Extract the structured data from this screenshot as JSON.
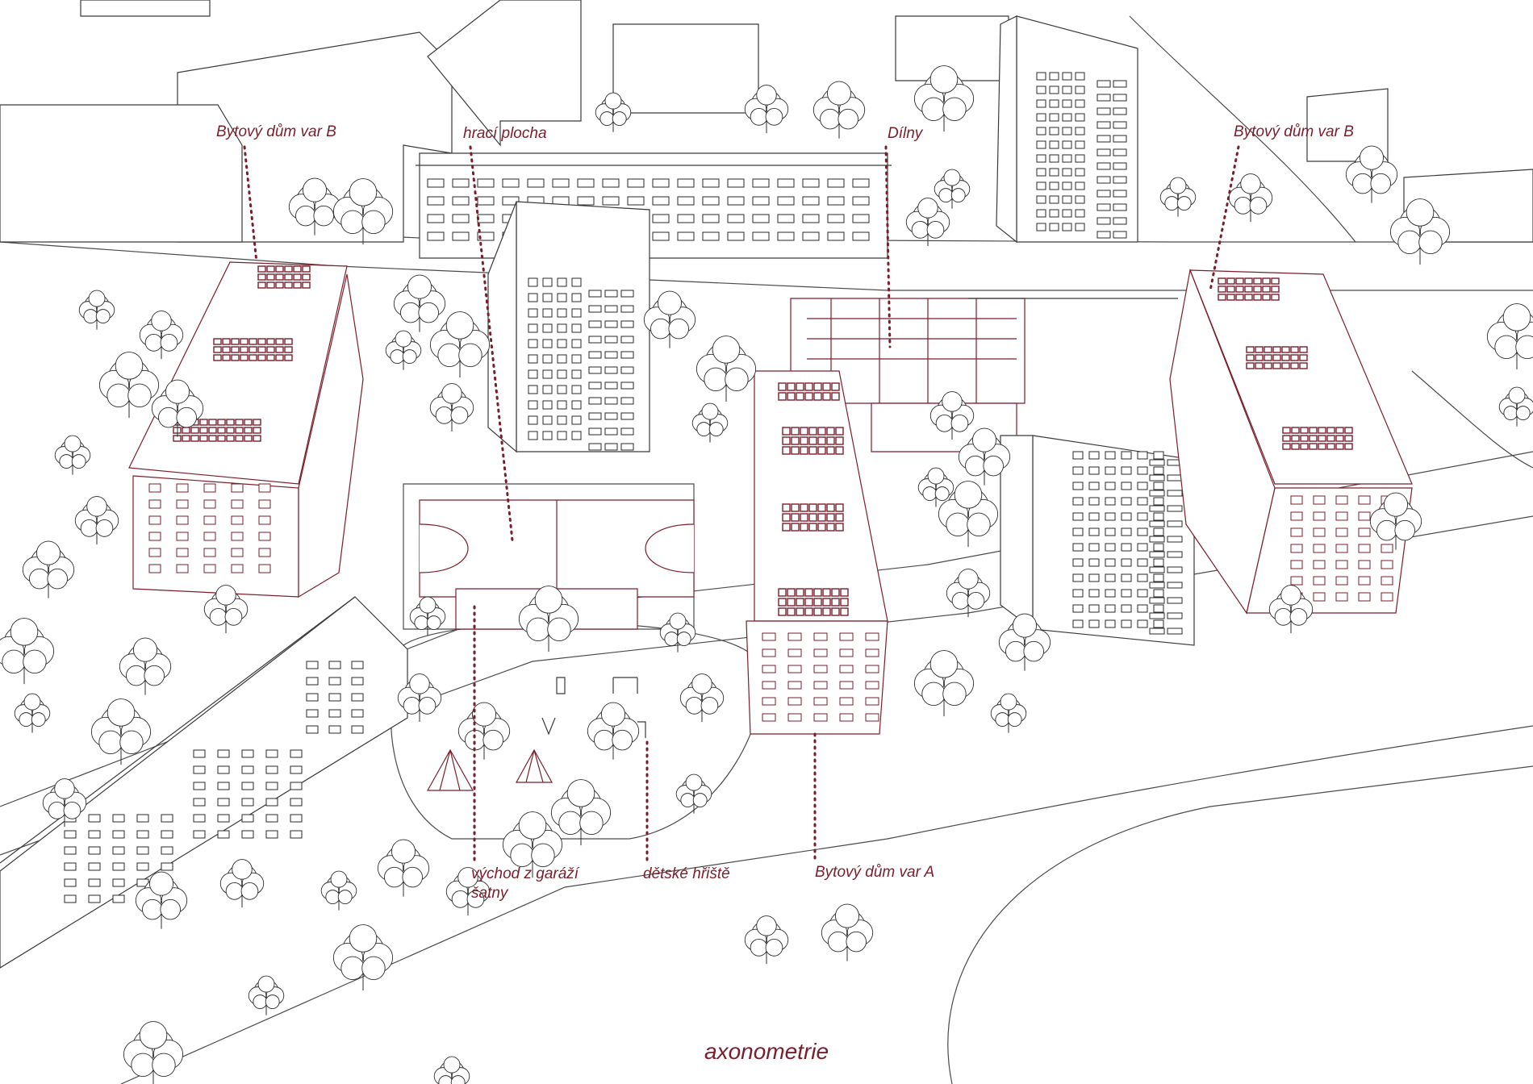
{
  "labels": {
    "bytovy_dum_b_left": "Bytový dům var B",
    "hraci_plocha": "hrací plocha",
    "dilny": "Dílny",
    "bytovy_dum_b_right": "Bytový dům var B",
    "vychod_z_garazi": "východ z garáží",
    "satny": "šatny",
    "detske_hriste": "dětské hřiště",
    "bytovy_dum_a": "Bytový dům var A"
  },
  "caption": "axonometrie",
  "colors": {
    "accent": "#7a1e2c",
    "linework": "#3a3a3a",
    "background": "#ffffff"
  }
}
